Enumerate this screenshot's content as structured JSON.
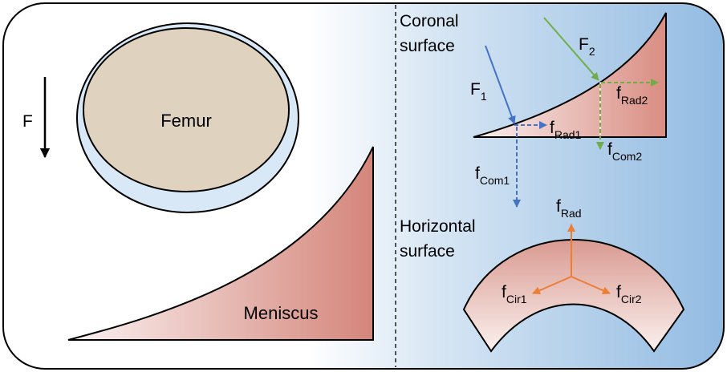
{
  "left_panel": {
    "force_label": "F",
    "femur_label": "Femur",
    "meniscus_label": "Meniscus"
  },
  "right_panel": {
    "coronal_line1": "Coronal",
    "coronal_line2": "surface",
    "horizontal_line1": "Horizontal",
    "horizontal_line2": "surface",
    "F1": {
      "main": "F",
      "sub": "1"
    },
    "F2": {
      "main": "F",
      "sub": "2"
    },
    "fRad1": {
      "main": "f",
      "sub": "Rad1"
    },
    "fRad2": {
      "main": "f",
      "sub": "Rad2"
    },
    "fCom1": {
      "main": "f",
      "sub": "Com1"
    },
    "fCom2": {
      "main": "f",
      "sub": "Com2"
    },
    "fRad": {
      "main": "f",
      "sub": "Rad"
    },
    "fCir1": {
      "main": "f",
      "sub": "Cir1"
    },
    "fCir2": {
      "main": "f",
      "sub": "Cir2"
    }
  },
  "colors": {
    "blue_arrow": "#4472c4",
    "green_arrow": "#70ad47",
    "orange_arrow": "#ed7d31",
    "femur_fill": "#dfd2bf",
    "meniscus_fill": "#d4857a",
    "panel_blue": "#9ec3e6"
  }
}
